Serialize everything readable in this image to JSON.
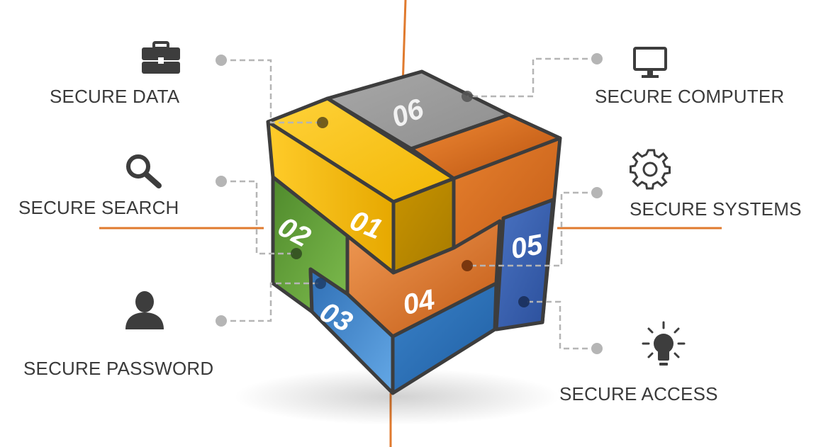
{
  "diagram": {
    "items": [
      {
        "id": "01",
        "label": "SECURE DATA",
        "icon": "briefcase-icon",
        "color": "#f2b705"
      },
      {
        "id": "02",
        "label": "SECURE SEARCH",
        "icon": "search-icon",
        "color": "#5a9a3a"
      },
      {
        "id": "03",
        "label": "SECURE PASSWORD",
        "icon": "user-icon",
        "color": "#3f86c9"
      },
      {
        "id": "04",
        "label": "SECURE COMPUTER",
        "icon": "monitor-icon",
        "color": "#e0701d"
      },
      {
        "id": "05",
        "label": "SECURE SYSTEMS",
        "icon": "gear-icon",
        "color": "#3a5fae"
      },
      {
        "id": "06",
        "label": "SECURE ACCESS",
        "icon": "lightbulb-icon",
        "color": "#9a9a9a"
      }
    ],
    "colors": {
      "axis": "#e07a2e",
      "connector": "#b5b5b5",
      "icon": "#3d3d3d",
      "text": "#3a3a3a"
    }
  }
}
